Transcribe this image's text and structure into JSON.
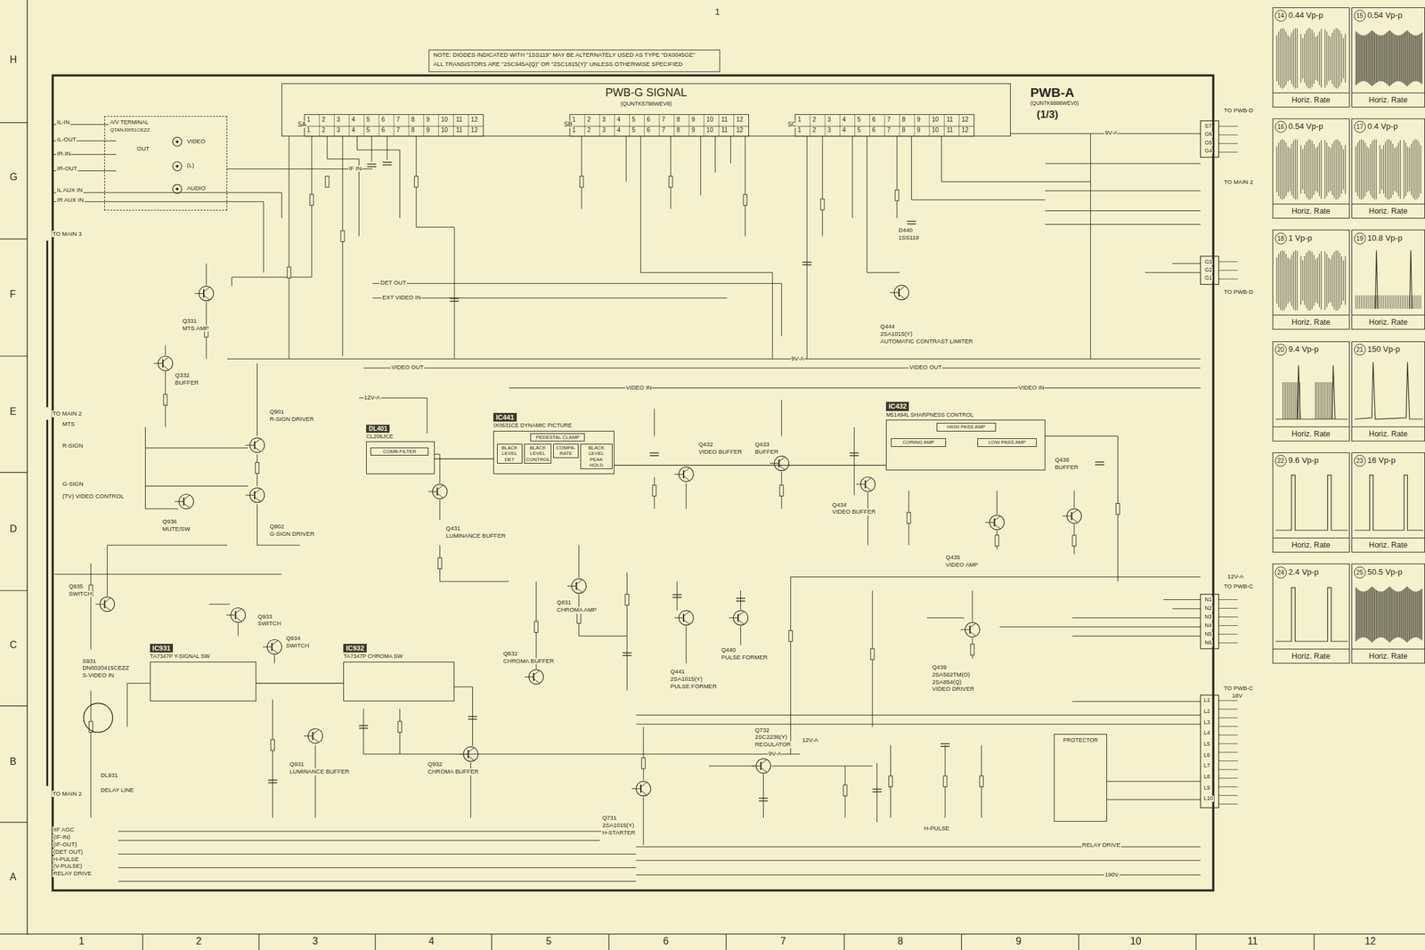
{
  "diagram": {
    "nodes": [
      {
        "text": [
          "PWB-G SIGNAL",
          "(QUNTK5788WEV8)"
        ]
      },
      {
        "text": [
          "A/V TERMINAL",
          "QTANJ0051CEZZ"
        ]
      },
      {
        "text": [
          "DL401",
          "CL206JCE"
        ]
      },
      {
        "text": [
          "COMB-FILTER"
        ],
        "in": 2
      },
      {
        "text": [
          "IC441",
          "IX0631CE DYNAMIC PICTURE"
        ]
      },
      {
        "text": [
          "PEDESTAL CLAMP"
        ],
        "in": 4
      },
      {
        "text": [
          "BLACK LEVEL DET"
        ],
        "in": 4
      },
      {
        "text": [
          "BLACK LEVEL CONTROL"
        ],
        "in": 4
      },
      {
        "text": [
          "COMPA-RATE"
        ],
        "in": 4
      },
      {
        "text": [
          "BLACK LEVEL PEAK HOLD"
        ],
        "in": 4
      },
      {
        "text": [
          "IC432",
          "M51494L SHARPNESS CONTROL"
        ]
      },
      {
        "text": [
          "HIGH PASS AMP"
        ],
        "in": 10
      },
      {
        "text": [
          "CORING AMP"
        ],
        "in": 10
      },
      {
        "text": [
          "LOW PASS AMP"
        ],
        "in": 10
      },
      {
        "text": [
          "IC931",
          "TA7347P Y-SIGNAL SW"
        ]
      },
      {
        "text": [
          "IC932",
          "TA7347P CHROMA SW"
        ]
      },
      {
        "text": [
          "PROTECTOR"
        ]
      },
      {
        "text": [
          "14",
          "0.44 Vp-p",
          "Horiz. Rate"
        ]
      },
      {
        "text": [
          "15",
          "0.54 Vp-p",
          "Horiz. Rate"
        ]
      },
      {
        "text": [
          "16",
          "0.54 Vp-p",
          "Horiz. Rate"
        ]
      },
      {
        "text": [
          "17",
          "0.4 Vp-p",
          "Horiz. Rate"
        ]
      },
      {
        "text": [
          "18",
          "1 Vp-p",
          "Horiz. Rate"
        ]
      },
      {
        "text": [
          "19",
          "10.8 Vp-p",
          "Horiz. Rate"
        ]
      },
      {
        "text": [
          "20",
          "9.4 Vp-p",
          "Horiz. Rate"
        ]
      },
      {
        "text": [
          "21",
          "150 Vp-p",
          "Horiz. Rate"
        ]
      },
      {
        "text": [
          "22",
          "9.6 Vp-p",
          "Horiz. Rate"
        ]
      },
      {
        "text": [
          "23",
          "16 Vp-p",
          "Horiz. Rate"
        ]
      },
      {
        "text": [
          "24",
          "2.4 Vp-p",
          "Horiz. Rate"
        ]
      },
      {
        "text": [
          "25",
          "50.5 Vp-p",
          "Horiz. Rate"
        ]
      }
    ],
    "edges": [
      {
        "from": 2,
        "to": 4,
        "arrow": "none"
      },
      {
        "from": 4,
        "to": 10,
        "arrow": "none"
      },
      {
        "from": 14,
        "to": 15,
        "arrow": "none"
      }
    ],
    "labels": [
      "NOTE: DIODES INDICATED WITH \"1SS119\" MAY BE ALTERNATELY USED AS TYPE \"DX0045GE\"",
      "ALL TRANSISTORS ARE \"2SC945A(Q)\" OR \"2SC1815(Y)\" UNLESS OTHERWISE SPECIFIED",
      "1",
      "PWB-A",
      "(QUNTK6886WEV0)",
      "(1/3)",
      "H",
      "G",
      "F",
      "E",
      "D",
      "C",
      "B",
      "A",
      "1",
      "2",
      "3",
      "4",
      "5",
      "6",
      "7",
      "8",
      "9",
      "10",
      "11",
      "12",
      "TO MAIN 3",
      "TO MAIN 2",
      "TO MAIN 2",
      "TO PWB-D",
      "TO MAIN 2",
      "TO PWB-D",
      "TO PWB-C",
      "TO PWB-C",
      "IL-IN",
      "IL-OUT",
      "IR-IN",
      "IR-OUT",
      "IL AUX IN",
      "IR AUX IN",
      "MTS",
      "R-SIGN",
      "G-SIGN",
      "(TV) VIDEO CONTROL",
      "Q331",
      "MTS AMP",
      "Q332",
      "BUFFER",
      "Q901",
      "R-SIGN DRIVER",
      "Q902",
      "G-SIGN DRIVER",
      "Q936",
      "MUTE/SW",
      "Q935",
      "SWITCH",
      "Q933",
      "SWITCH",
      "Q934",
      "SWITCH",
      "Q931",
      "LUMINANCE BUFFER",
      "Q932",
      "CHROMA BUFFER",
      "Q431",
      "LUMINANCE BUFFER",
      "Q831",
      "CHROMA AMP",
      "Q832",
      "CHROMA BUFFER",
      "Q432",
      "VIDEO BUFFER",
      "Q433",
      "BUFFER",
      "Q434",
      "VIDEO BUFFER",
      "Q435",
      "VIDEO AMP",
      "Q436",
      "BUFFER",
      "Q441",
      "2SA1015(Y)",
      "PULSE FORMER",
      "Q440",
      "PULSE FORMER",
      "Q439",
      "2SA562TM(O)",
      "2SA854(Q)",
      "VIDEO DRIVER",
      "Q444",
      "2SA1015(Y)",
      "AUTOMATIC CONTRAST LIMITER",
      "Q732",
      "2SC2236(Y)",
      "REGULATOR",
      "Q731",
      "2SA1015(Y)",
      "H-STARTER",
      "S931",
      "DN0020415CEZZ",
      "S-VIDEO IN",
      "DL931",
      "DELAY LINE",
      "9V-A",
      "9V-A",
      "9V-A",
      "12V-A",
      "12V-A",
      "12V-A",
      "18V",
      "190V",
      "RELAY DRIVE",
      "H-PULSE",
      "VIDEO OUT",
      "VIDEO IN",
      "EXT VIDEO IN",
      "DET OUT",
      "IF IN",
      "VIDEO OUT",
      "VIDEO IN",
      "IIF AGC",
      "(IF-IN)",
      "(IF-OUT)",
      "(DET OUT)",
      "H-PULSE",
      "(V-PULSE)",
      "RELAY DRIVE",
      "D440",
      "1SS119",
      "VIDEO",
      "(L)",
      "AUDIO",
      "OUT",
      "S7",
      "G6",
      "G5",
      "G4",
      "G3",
      "G2",
      "G1",
      "N1",
      "N2",
      "N3",
      "N4",
      "N5",
      "N6",
      "L1",
      "L2",
      "L3",
      "L4",
      "L5",
      "L6",
      "L7",
      "L8",
      "L9",
      "L10",
      "SA",
      "SB",
      "SC",
      "1",
      "2",
      "3",
      "4",
      "5",
      "6",
      "7",
      "8",
      "9",
      "10",
      "11",
      "12",
      "1",
      "2",
      "3",
      "4",
      "5",
      "6",
      "7",
      "8",
      "9",
      "10",
      "11",
      "12",
      "1",
      "2",
      "3",
      "4",
      "5",
      "6",
      "7",
      "8",
      "9",
      "10",
      "11",
      "12",
      "1",
      "2",
      "3",
      "4",
      "5",
      "6",
      "7",
      "8",
      "9",
      "10",
      "11",
      "12",
      "1",
      "2",
      "3",
      "4",
      "5",
      "6",
      "7",
      "8",
      "9",
      "10",
      "11",
      "12",
      "1",
      "2",
      "3",
      "4",
      "5",
      "6",
      "7",
      "8",
      "9",
      "10",
      "11",
      "12"
    ]
  }
}
